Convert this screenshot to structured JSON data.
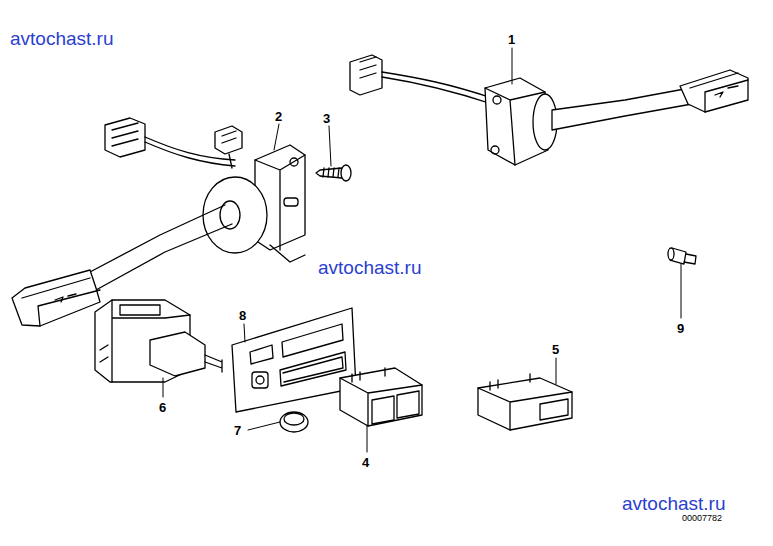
{
  "diagram": {
    "labels": [
      "avtochast.ru",
      "1",
      "2",
      "3",
      "avtochast.ru",
      "9",
      "8",
      "5",
      "6",
      "7",
      "4",
      "avtochast.ru",
      "00007782"
    ]
  }
}
